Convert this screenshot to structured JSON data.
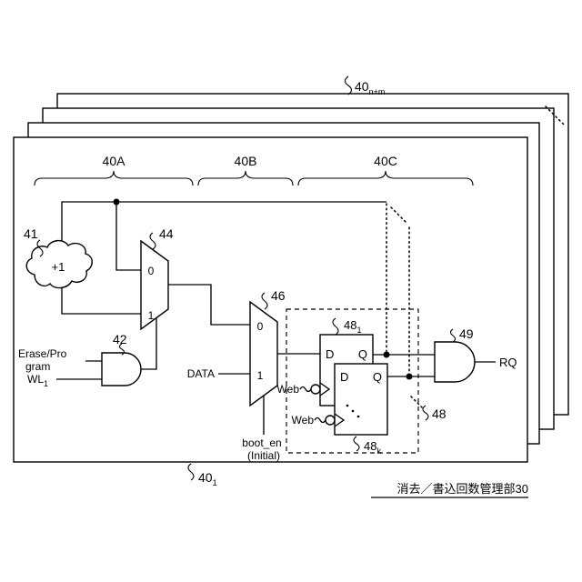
{
  "labels": {
    "layer_top_base": "40",
    "layer_top_sub": "n+m",
    "layer_front_base": "40",
    "layer_front_sub": "1",
    "section_a": "40A",
    "section_b": "40B",
    "section_c": "40C",
    "cloud_ref": "41",
    "cloud_text": "+1",
    "mux1_ref": "44",
    "mux1_in0": "0",
    "mux1_in1": "1",
    "and1_ref": "42",
    "erase_line1": "Erase/Pro",
    "erase_line2": "gram",
    "wl_base": "WL",
    "wl_sub": "1",
    "mux2_ref": "46",
    "mux2_in0": "0",
    "mux2_in1": "1",
    "data_in": "DATA",
    "boot_line1": "boot_en",
    "boot_line2": "(Initial)",
    "ff1_ref_base": "48",
    "ff1_ref_sub": "1",
    "ff1_d": "D",
    "ff1_q": "Q",
    "ff1_clk": "Web",
    "ff2_ref_base": "48",
    "ff2_ref_sub": "k",
    "ff2_d": "D",
    "ff2_q": "Q",
    "ff2_clk": "Web",
    "ff_group_ref": "48",
    "and2_ref": "49",
    "output": "RQ",
    "caption": "消去／書込回数管理部30"
  }
}
